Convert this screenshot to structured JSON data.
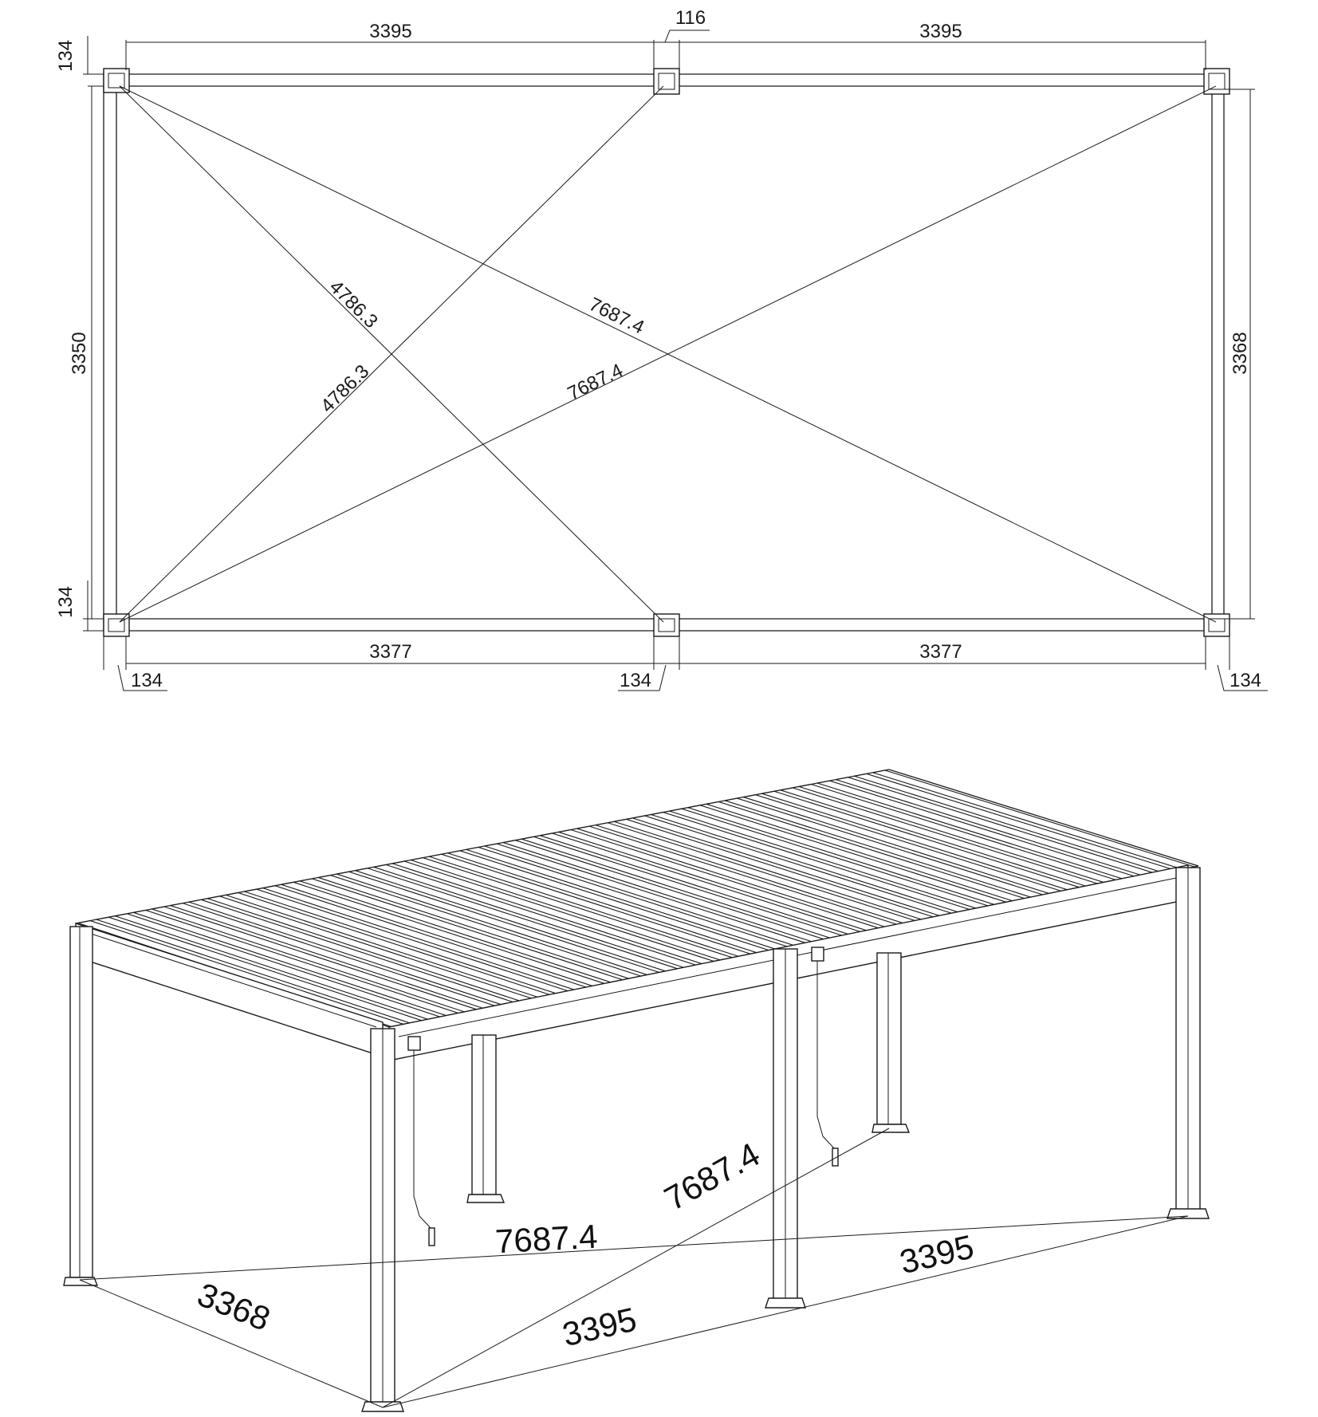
{
  "plan_view": {
    "top_spans": [
      "3395",
      "3395"
    ],
    "center_post_width": "116",
    "bottom_spans": [
      "3377",
      "3377"
    ],
    "corner_offset": "134",
    "left_depth": "3350",
    "right_depth": "3368",
    "short_diagonal": "4786.3",
    "long_diagonal": "7687.4"
  },
  "iso_view": {
    "long_diagonal": "7687.4",
    "depth": "3368",
    "span_front": "3395",
    "span_back": "3395"
  }
}
